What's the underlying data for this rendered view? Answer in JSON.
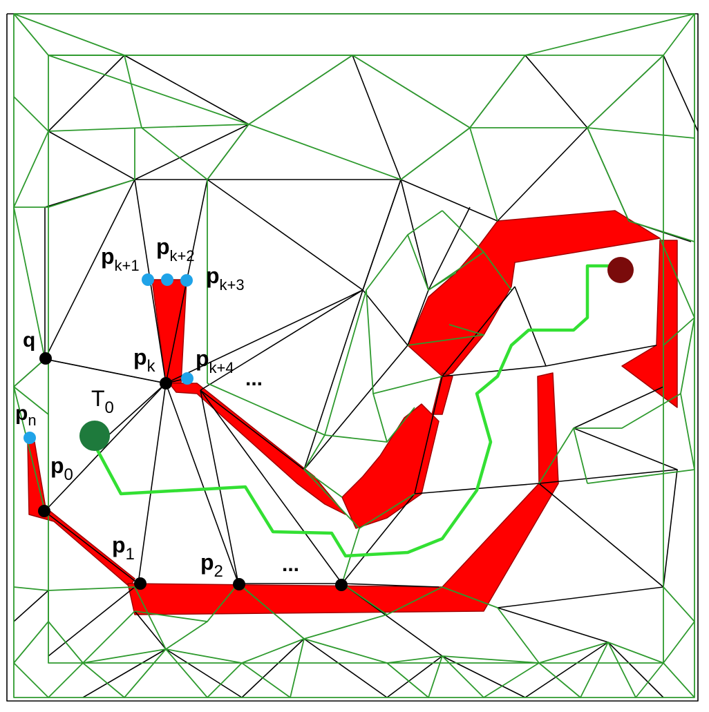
{
  "colors": {
    "background": "#ffffff",
    "mesh_edge": "#000000",
    "offset_edge": "#2e9a2e",
    "obstacle": "#ff0000",
    "path": "#33e033",
    "vertex": "#000000",
    "boundary_point": "#1fa3e8",
    "start_agent": "#1e7a3c",
    "goal_agent": "#7a0b0b"
  },
  "labels": {
    "q": "q",
    "p0": {
      "base": "p",
      "sub": "0"
    },
    "p1": {
      "base": "p",
      "sub": "1"
    },
    "p2": {
      "base": "p",
      "sub": "2"
    },
    "pk": {
      "base": "p",
      "sub": "k"
    },
    "pk1": {
      "base": "p",
      "sub": "k+1"
    },
    "pk2": {
      "base": "p",
      "sub": "k+2"
    },
    "pk3": {
      "base": "p",
      "sub": "k+3"
    },
    "pk4": {
      "base": "p",
      "sub": "k+4"
    },
    "pn": {
      "base": "p",
      "sub": "n"
    },
    "T0": {
      "base": "T",
      "sub": "0"
    },
    "ellipsis_bottom": "...",
    "ellipsis_right": "..."
  },
  "icons": {
    "start": "start-agent-icon",
    "goal": "goal-agent-icon"
  }
}
